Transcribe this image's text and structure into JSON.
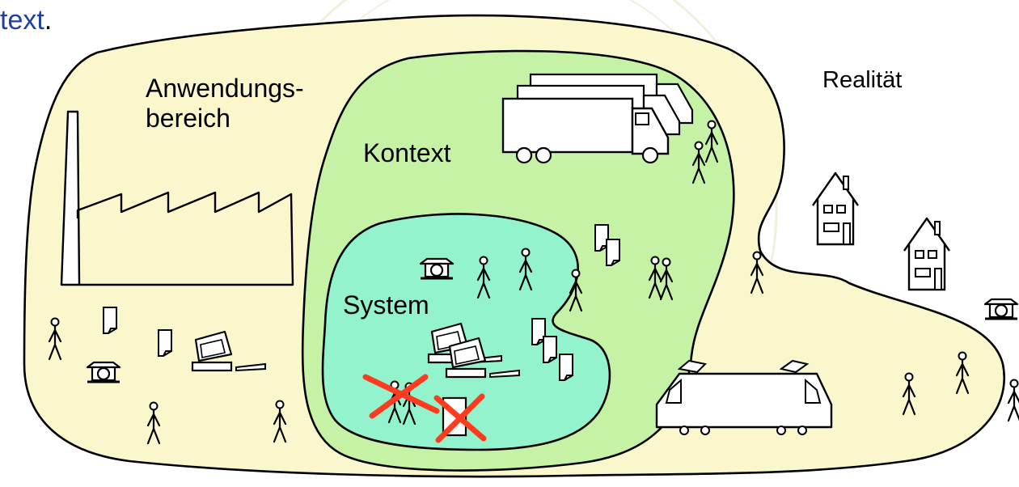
{
  "labels": {
    "top_fragment": "text",
    "top_fragment_period": ".",
    "application_domain_line1": "Anwendungs-",
    "application_domain_line2": "bereich",
    "context": "Kontext",
    "system": "System",
    "reality": "Realität"
  },
  "colors": {
    "background": "#ffffff",
    "application_domain_fill": "#fbf7cd",
    "context_fill": "#c6f2a6",
    "system_fill": "#93f3cd",
    "strike_mark": "#ff3b1f",
    "top_fragment": "#1f3fa8",
    "watermark": "#e8e2c8"
  },
  "icons": [
    "factory-icon",
    "truck-icon",
    "house-icon",
    "train-icon",
    "telephone-icon",
    "computer-icon",
    "document-icon",
    "person-icon",
    "cross-mark-icon",
    "seal-watermark-icon"
  ]
}
